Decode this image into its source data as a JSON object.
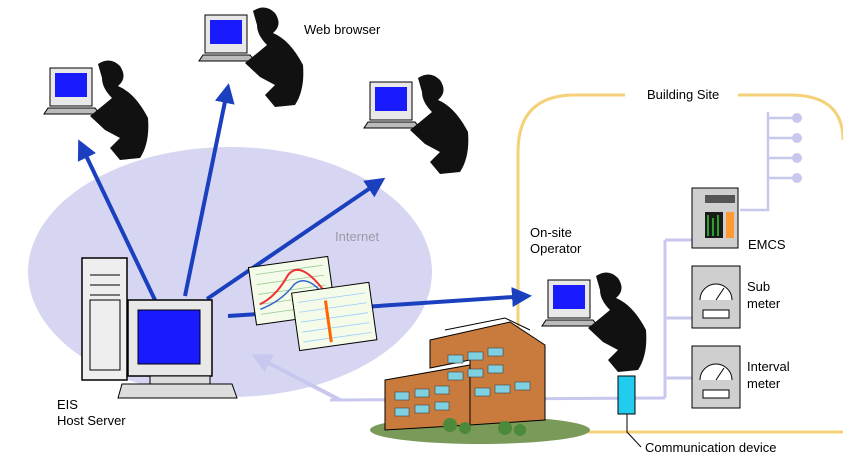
{
  "labels": {
    "web_browser": "Web browser",
    "internet": "Internet",
    "building_site": "Building Site",
    "onsite_operator_line1": "On-site",
    "onsite_operator_line2": "Operator",
    "emcs": "EMCS",
    "sub_meter_line1": "Sub",
    "sub_meter_line2": "meter",
    "interval_meter_line1": "Interval",
    "interval_meter_line2": "meter",
    "eis_line1": "EIS",
    "eis_line2": "Host Server",
    "communication_device": "Communication device"
  },
  "colors": {
    "arrow_blue": "#1a3fbf",
    "light_arrow": "#c8c8ee",
    "cloud": "#d6d6f2",
    "site_border": "#f5d27a",
    "screen_blue": "#1a1aff",
    "comm_device": "#22ccee"
  }
}
